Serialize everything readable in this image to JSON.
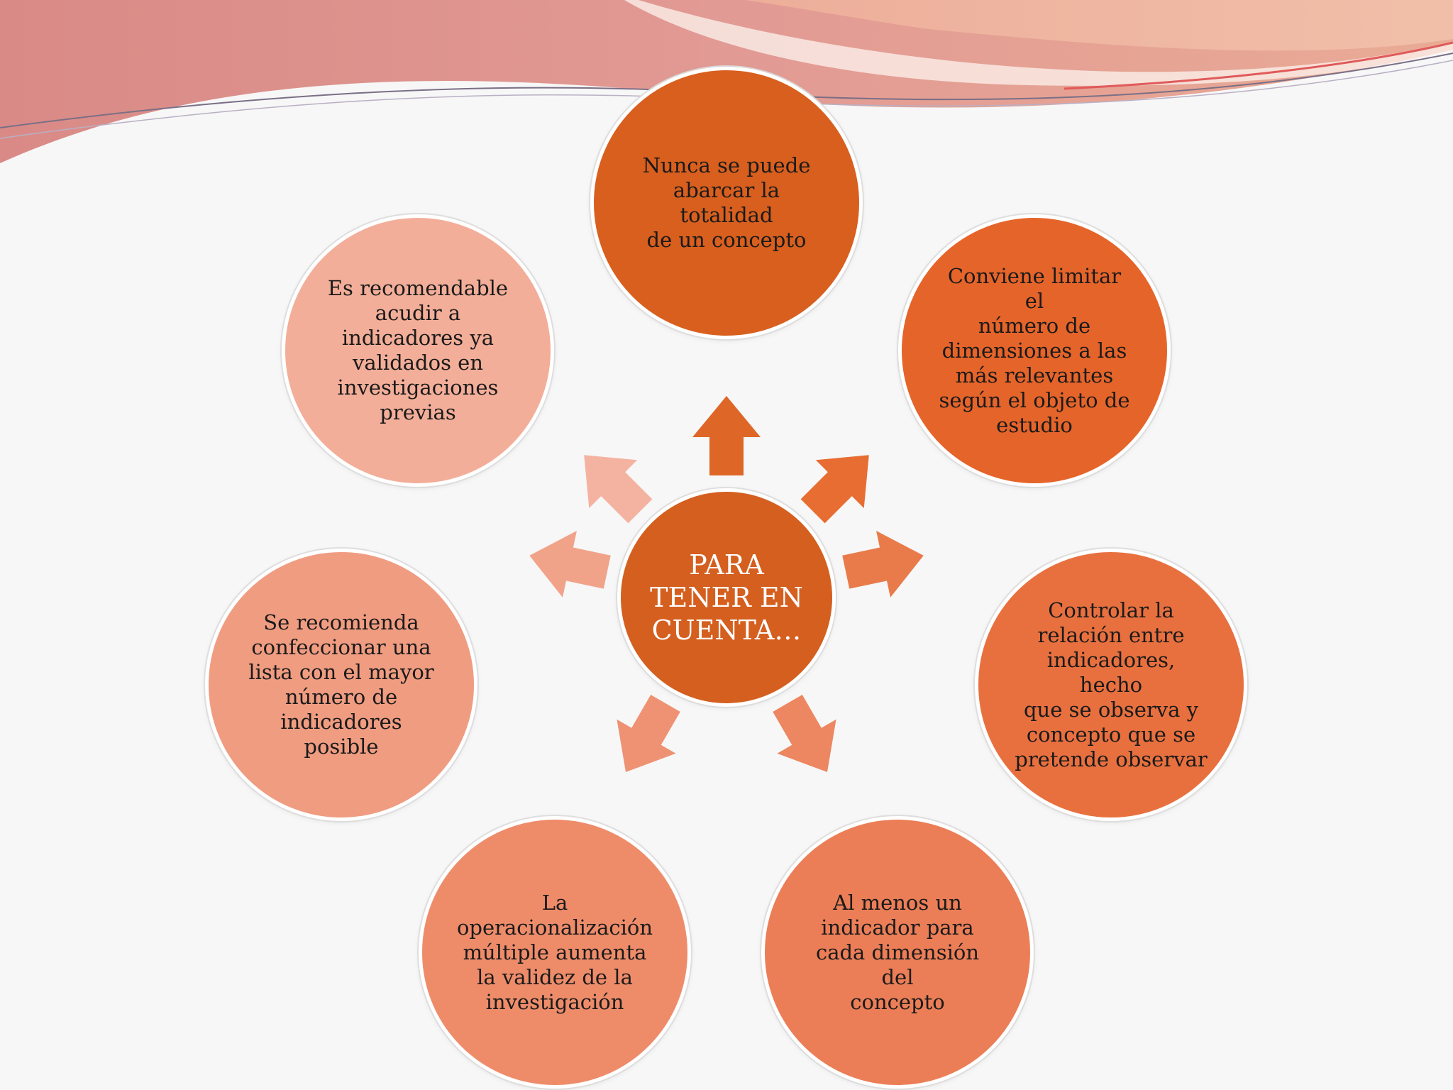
{
  "diagram": {
    "center": {
      "label": "PARA\nTENER EN\nCUENTA…",
      "color": "#d45f1f"
    },
    "nodes": [
      {
        "id": "top",
        "label": "Nunca se puede\nabarcar la totalidad\nde un concepto",
        "color": "#d85f1e",
        "arrow_color": "#de6627"
      },
      {
        "id": "top-right",
        "label": "Conviene limitar el\nnúmero de\ndimensiones a las\nmás relevantes\nsegún el objeto de\nestudio",
        "color": "#e5642a",
        "arrow_color": "#e76d33"
      },
      {
        "id": "right",
        "label": "Controlar la\nrelación entre\nindicadores, hecho\nque se observa y\nconcepto que se\npretende observar",
        "color": "#e8703f",
        "arrow_color": "#e97b4b"
      },
      {
        "id": "bottom-right",
        "label": "Al menos un\nindicador para\ncada dimensión del\nconcepto",
        "color": "#eb7e57",
        "arrow_color": "#ec8761"
      },
      {
        "id": "bottom-left",
        "label": "La\noperacionalización\nmúltiple aumenta\nla validez de la\ninvestigación",
        "color": "#ee8c6a",
        "arrow_color": "#ee9273"
      },
      {
        "id": "left",
        "label": "Se recomienda\nconfeccionar una\nlista con el mayor\nnúmero de\nindicadores posible",
        "color": "#f09c81",
        "arrow_color": "#f1a38a"
      },
      {
        "id": "top-left",
        "label": "Es recomendable\nacudir a\nindicadores ya\nvalidados en\ninvestigaciones\nprevias",
        "color": "#f3ae99",
        "arrow_color": "#f4b3a1"
      }
    ]
  },
  "colors": {
    "background": "#f7f7f7",
    "wave_primary": "#de8a8a",
    "wave_secondary": "#e8a590"
  }
}
